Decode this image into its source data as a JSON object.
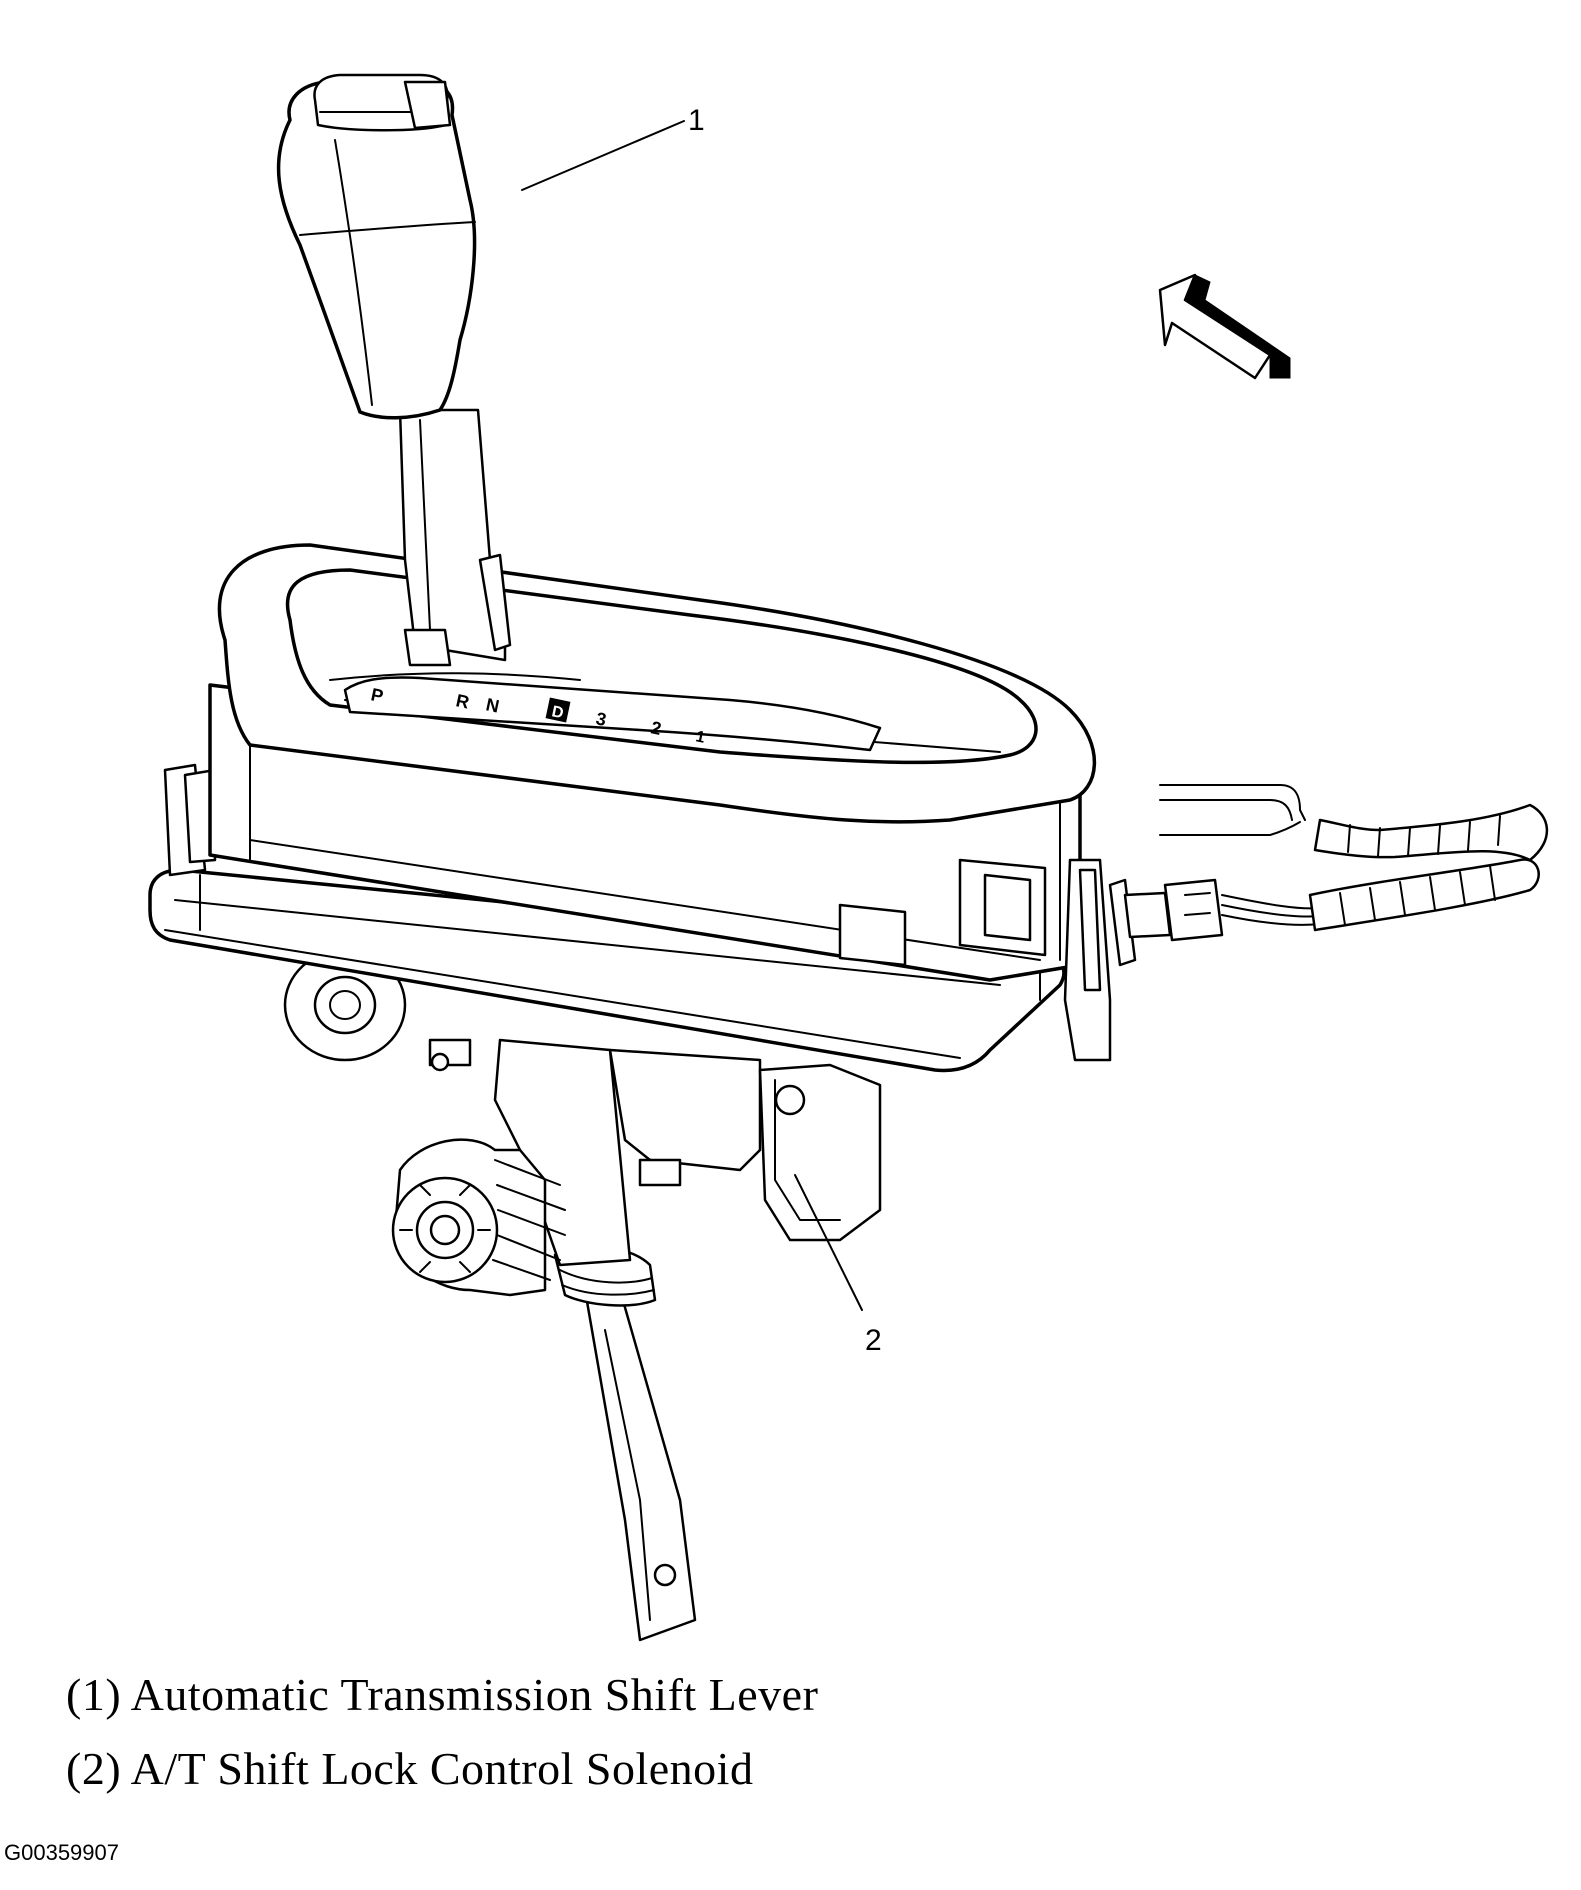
{
  "callouts": [
    "1",
    "2"
  ],
  "legend": [
    {
      "text": "(1) Automatic Transmission Shift Lever"
    },
    {
      "text": "(2) A/T Shift Lock Control Solenoid"
    }
  ],
  "figure_id": "G00359907",
  "gear_markings": [
    "P",
    "R",
    "N",
    "D",
    "3",
    "2",
    "1"
  ],
  "icons": {
    "direction_arrow": "forward-arrow-icon"
  }
}
